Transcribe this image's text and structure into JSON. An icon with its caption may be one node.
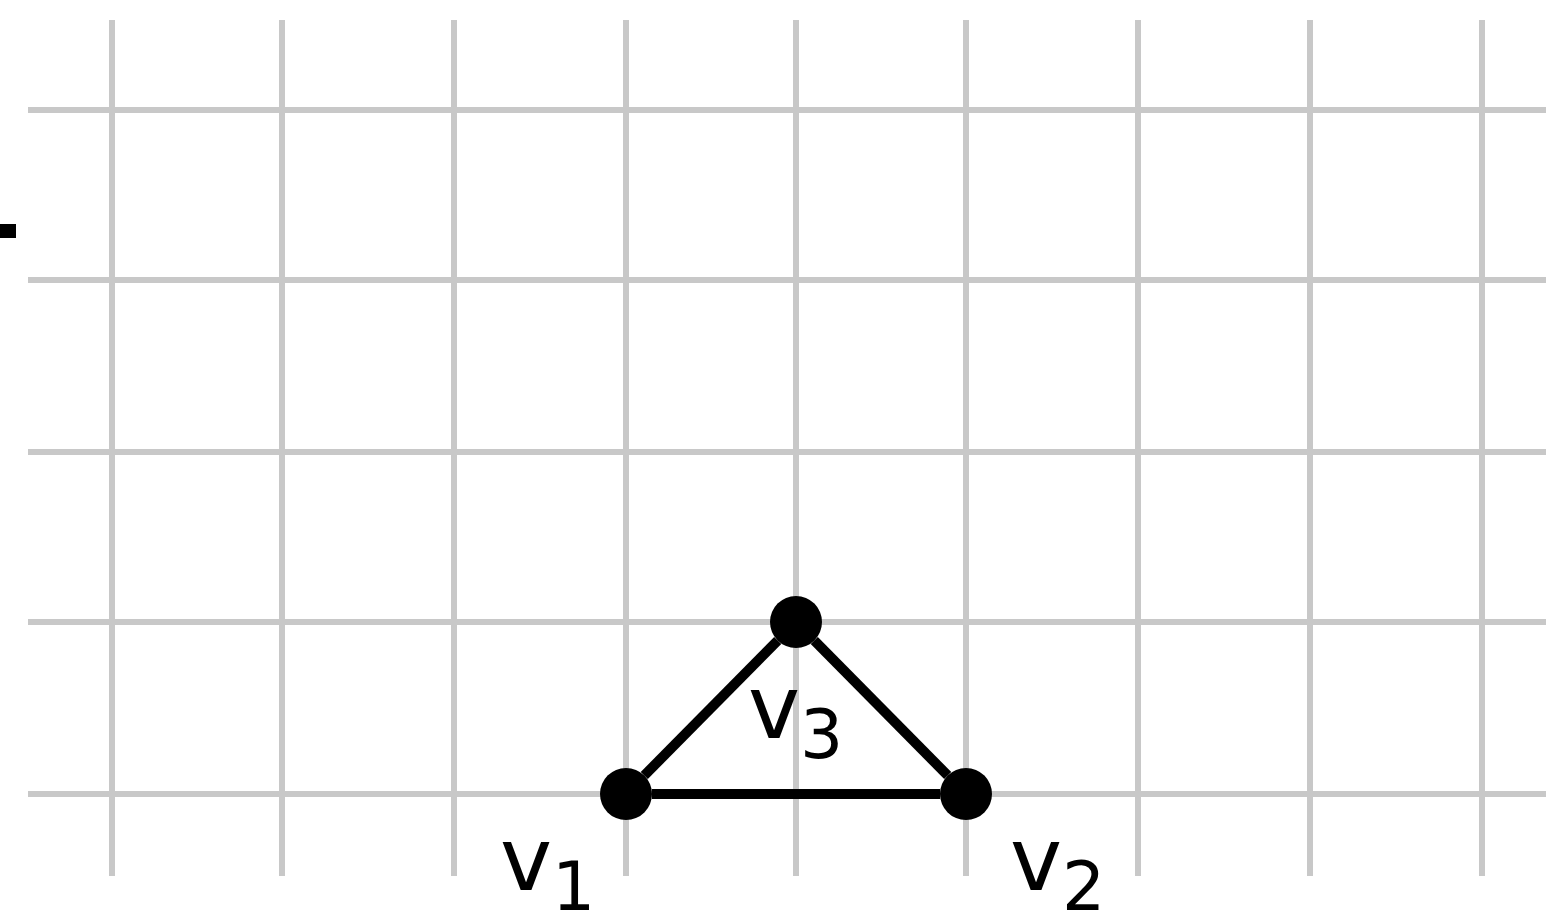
{
  "diagram": {
    "nodes": [
      {
        "text": [
          "v$_{1}$"
        ]
      },
      {
        "text": [
          "v$_{2}$"
        ]
      },
      {
        "text": [
          "v$_{3}$"
        ]
      }
    ],
    "edges": [
      {
        "from": 0,
        "to": 1,
        "arrow": "none"
      },
      {
        "from": 1,
        "to": 2,
        "arrow": "none"
      },
      {
        "from": 2,
        "to": 0,
        "arrow": "none"
      }
    ]
  }
}
